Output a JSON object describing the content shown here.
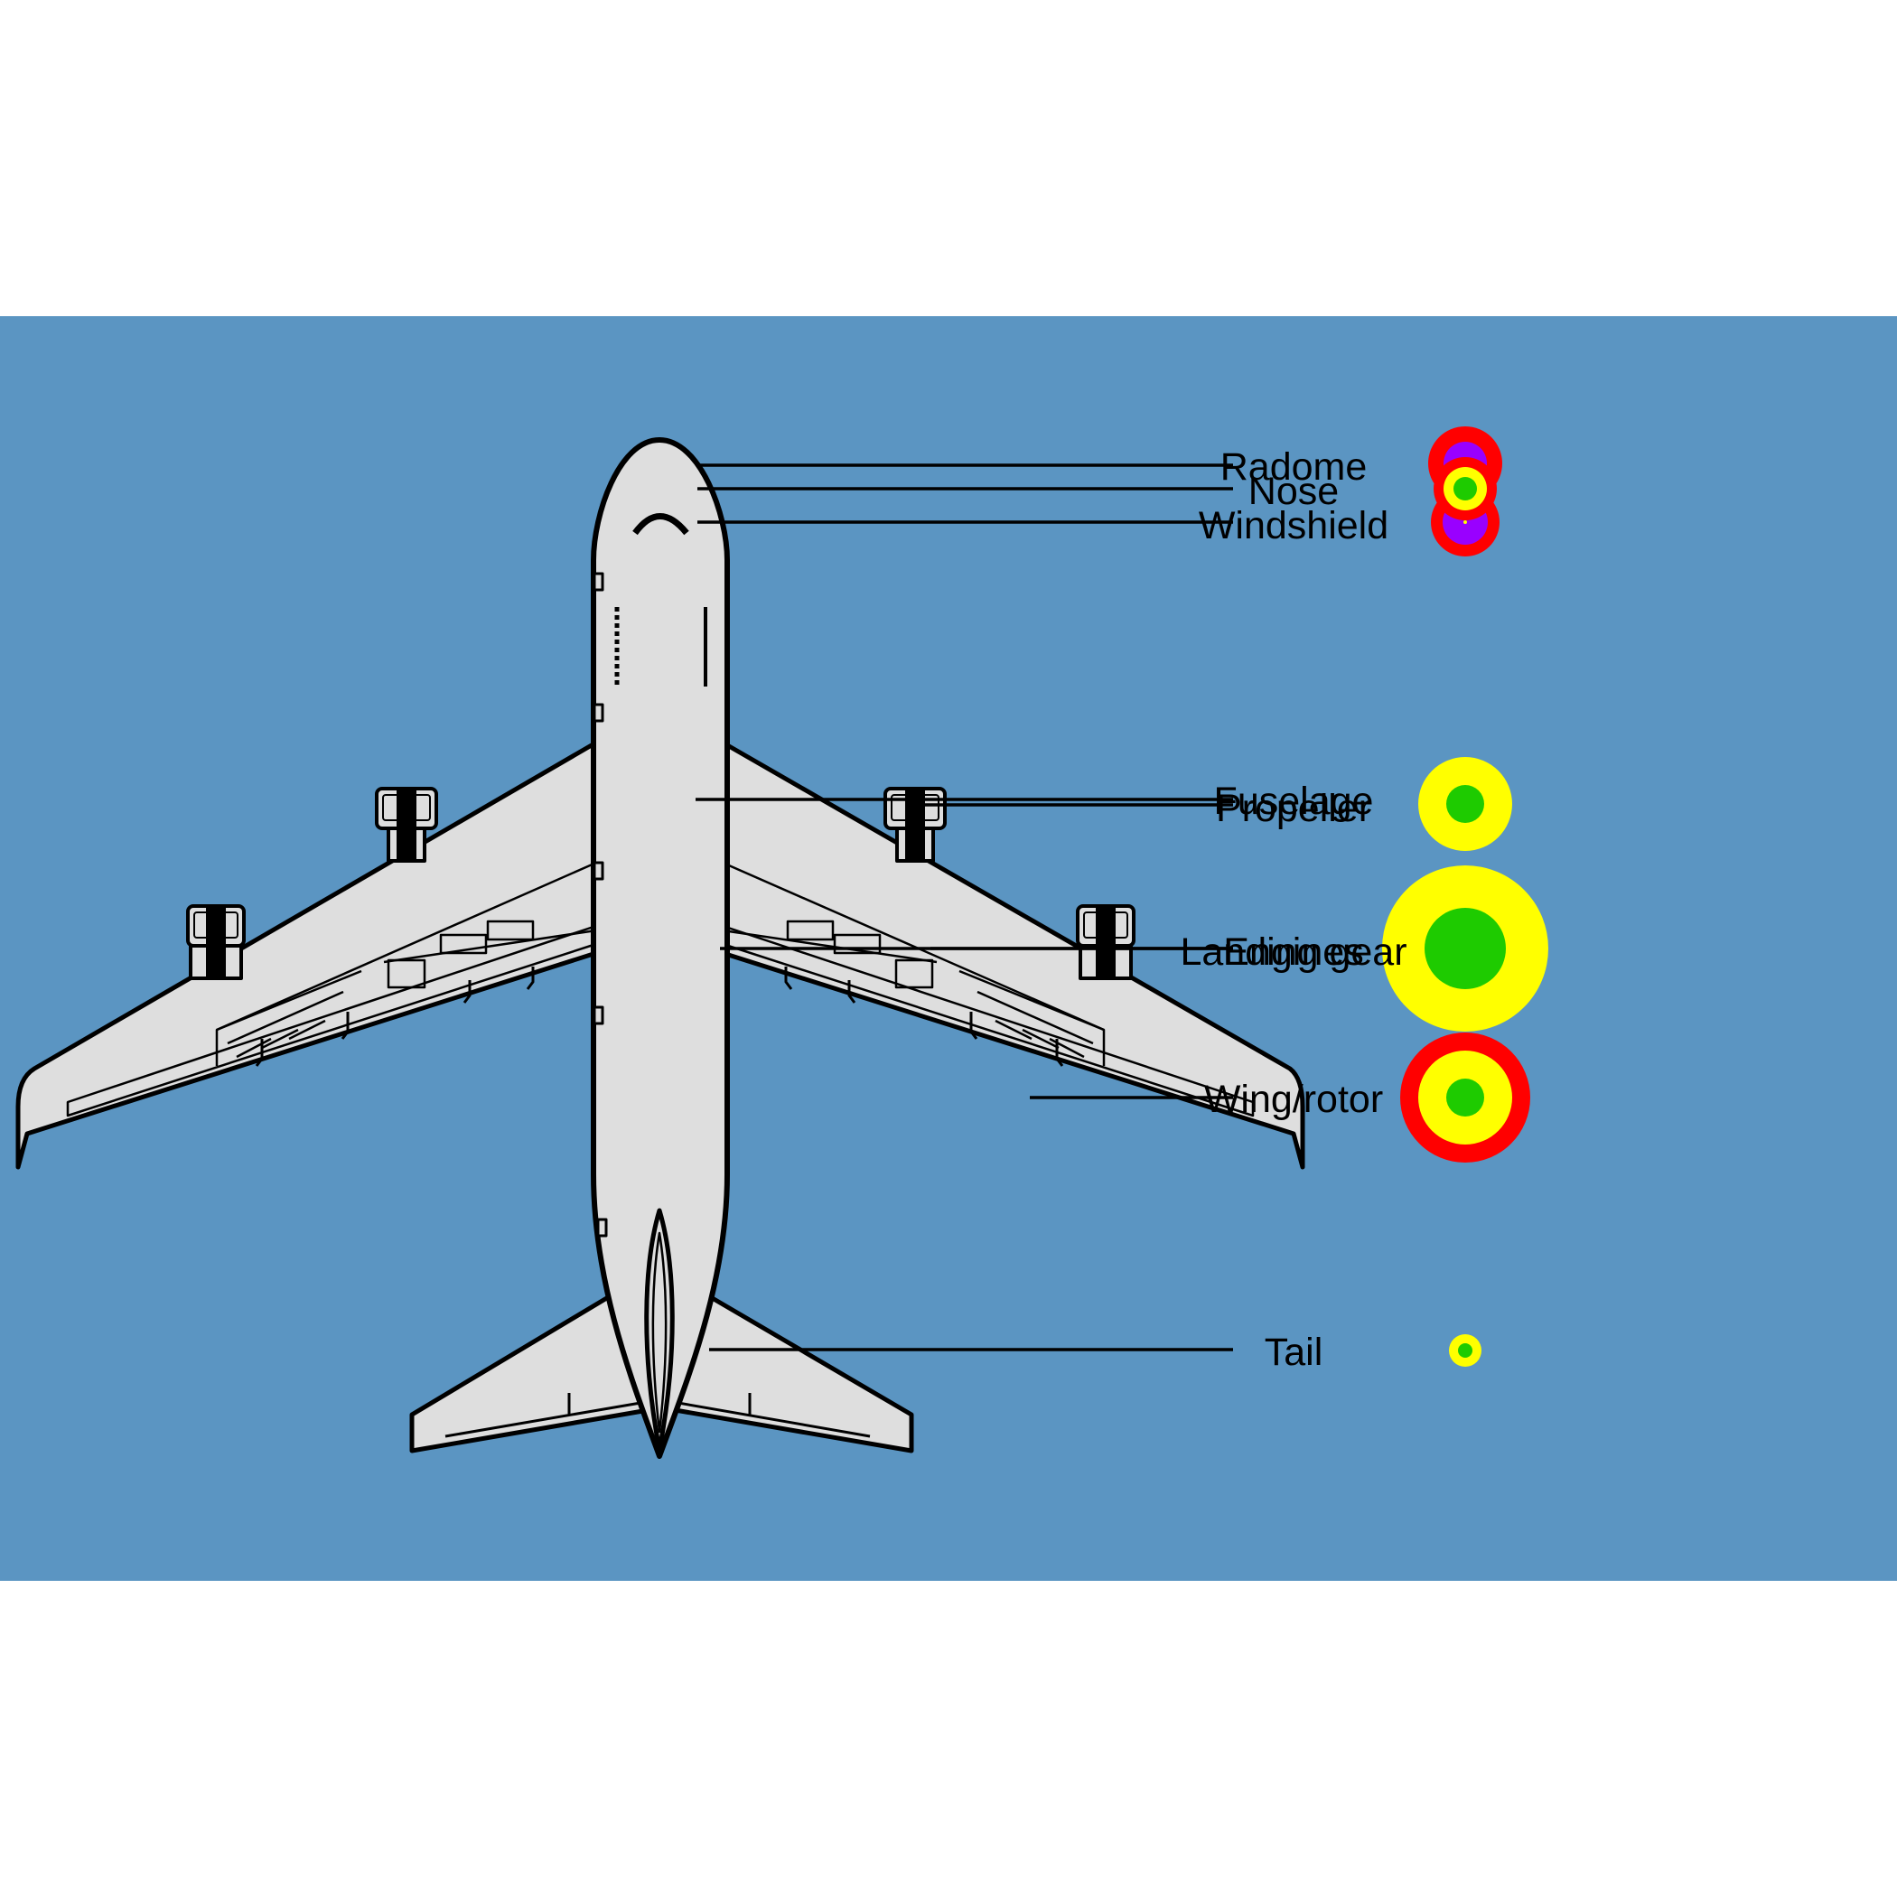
{
  "diagram": {
    "background": "#ffffff",
    "panel_color": "#5b95c2",
    "aircraft_fill": "#dedede",
    "outline_color": "#000000",
    "ring_colors": {
      "outer": "#ff0000",
      "middle_purple": "#9900ff",
      "middle_yellow": "#ffff00",
      "inner": "#1ecb00"
    }
  },
  "parts": [
    {
      "name": "Radome",
      "rings": [
        "red",
        "purple",
        "green"
      ]
    },
    {
      "name": "Nose",
      "rings": [
        "red",
        "yellow",
        "green"
      ]
    },
    {
      "name": "Windshield",
      "rings": [
        "red",
        "purple"
      ]
    },
    {
      "name": "Fuselage",
      "rings": [
        "yellow",
        "green"
      ]
    },
    {
      "name": "Propeller",
      "rings": []
    },
    {
      "name": "Engines",
      "rings": [
        "yellow",
        "green"
      ]
    },
    {
      "name": "Landing gear",
      "rings": []
    },
    {
      "name": "Wing/rotor",
      "rings": [
        "red",
        "yellow",
        "green"
      ]
    },
    {
      "name": "Tail",
      "rings": [
        "yellow",
        "green"
      ]
    }
  ]
}
